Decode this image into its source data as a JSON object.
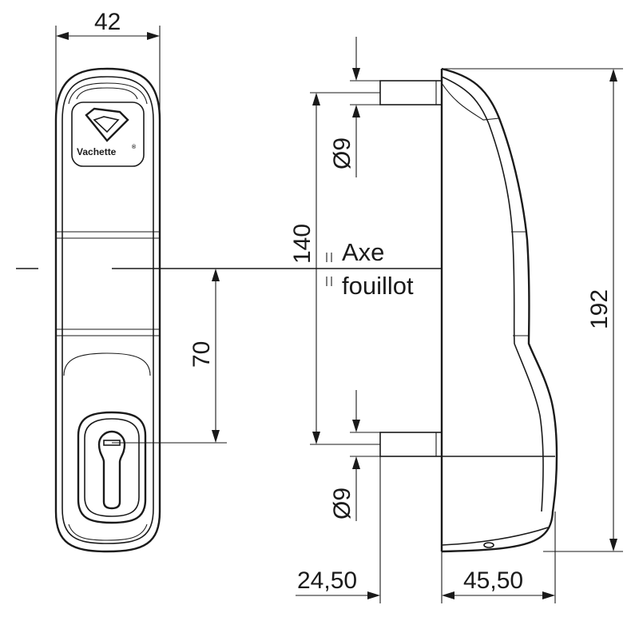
{
  "dimensions": {
    "width_top": "42",
    "diameter_upper": "Ø9",
    "center_distance": "140",
    "axis_line1": "Axe",
    "axis_line2": "fouillot",
    "lower_offset": "70",
    "overall_height": "192",
    "diameter_lower": "Ø9",
    "offset_left": "24,50",
    "depth_right": "45,50"
  },
  "logo": {
    "brand": "Vachette",
    "registered": "®"
  },
  "colors": {
    "line": "#1a1a1a",
    "background": "#ffffff"
  }
}
